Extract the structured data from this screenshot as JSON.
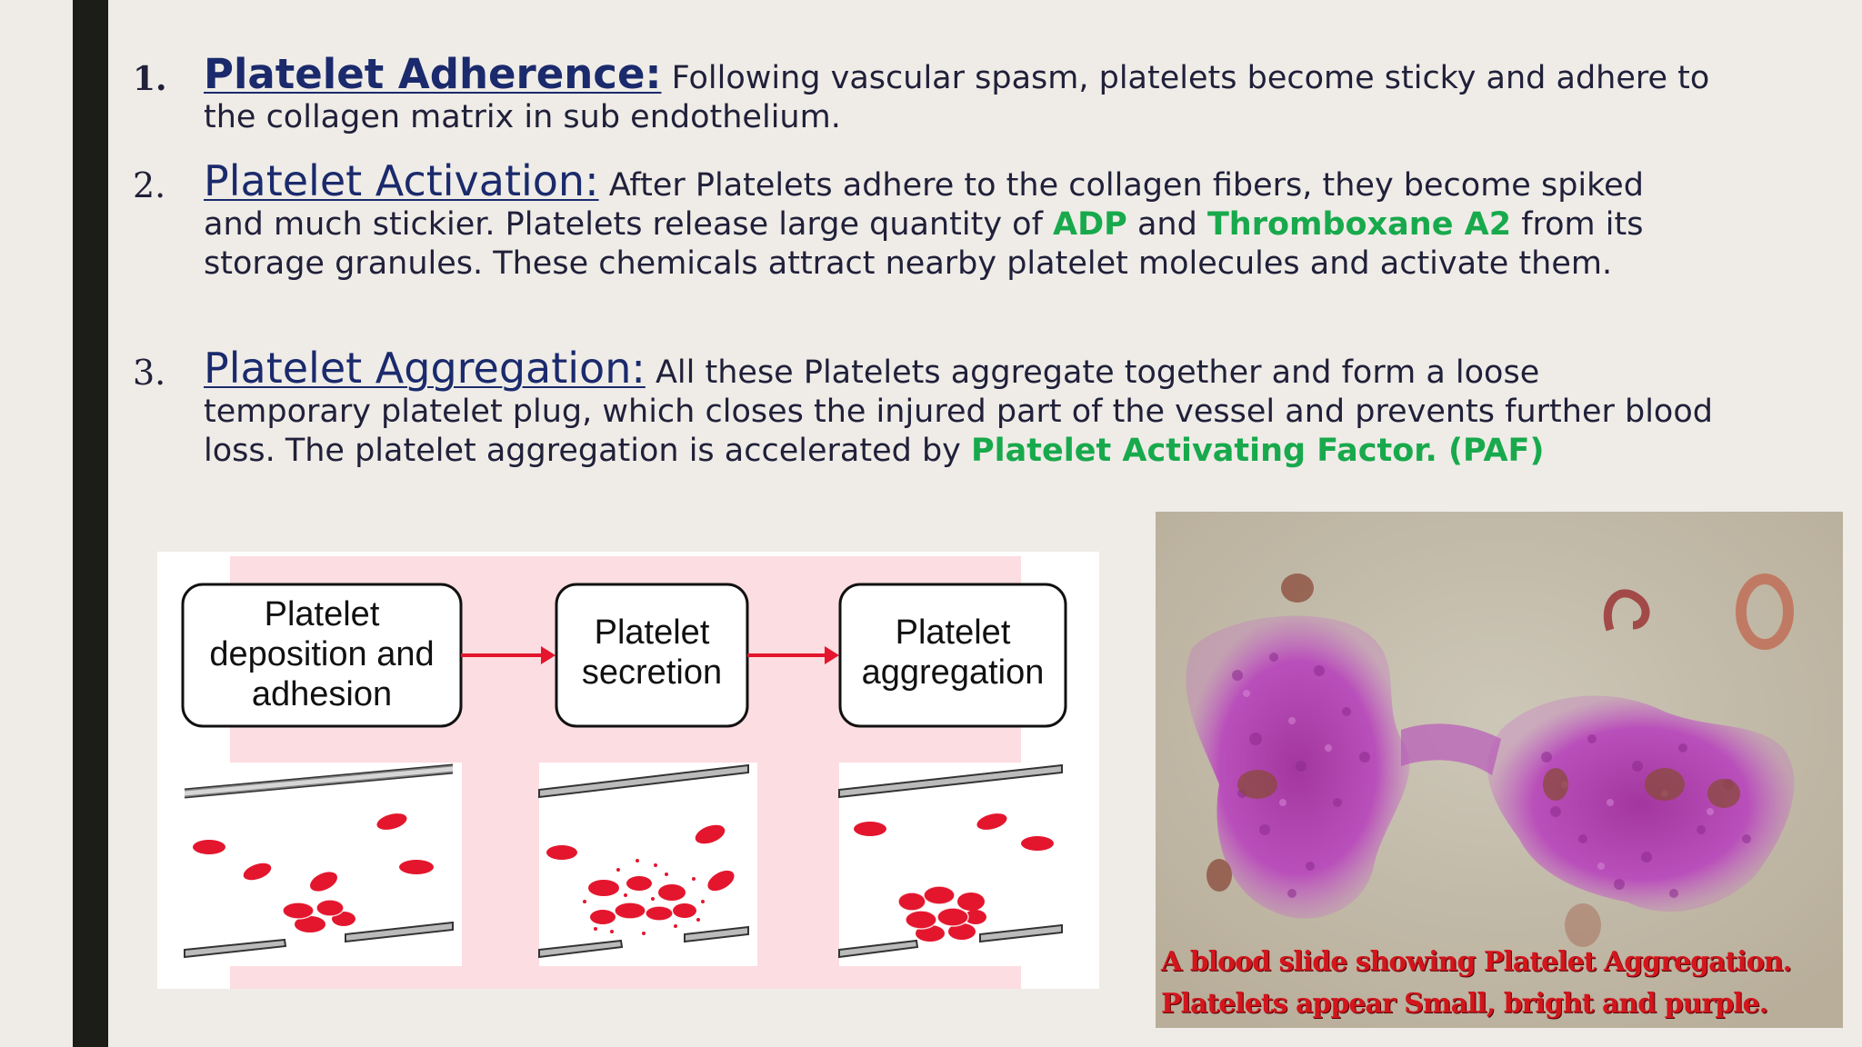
{
  "items": [
    {
      "number": "1.",
      "heading": "Platelet Adherence:",
      "text_1": " Following vascular spasm, platelets become sticky and adhere to the collagen matrix in sub endothelium."
    },
    {
      "number": "2.",
      "heading": "Platelet Activation:",
      "text_1": " After Platelets adhere to the collagen fibers, they become spiked and much stickier. Platelets release large quantity of ",
      "hl_1": "ADP",
      "text_2": " and ",
      "hl_2": "Thromboxane A2",
      "text_3": " from its storage granules. These chemicals attract nearby platelet molecules and activate them."
    },
    {
      "number": "3.",
      "heading": "Platelet Aggregation:",
      "text_1": " All these Platelets aggregate together and form a loose temporary platelet plug, which closes the injured part of the vessel and prevents further blood loss. The platelet aggregation is accelerated by ",
      "hl_1": "Platelet Activating Factor. (PAF)"
    }
  ],
  "diagram": {
    "steps": [
      {
        "label": "Platelet deposition and adhesion"
      },
      {
        "label": "Platelet secretion"
      },
      {
        "label": "Platelet aggregation"
      }
    ]
  },
  "photo": {
    "caption_line_1": "A blood slide showing Platelet Aggregation.",
    "caption_line_2": "Platelets appear Small, bright and purple."
  },
  "colors": {
    "background": "#efece7",
    "left_bar": "#1c1d19",
    "heading": "#1a2a6c",
    "highlight": "#18a94c",
    "platelet_red": "#e3162d",
    "diagram_panel": "#fcdde1",
    "caption": "#d3151c"
  }
}
